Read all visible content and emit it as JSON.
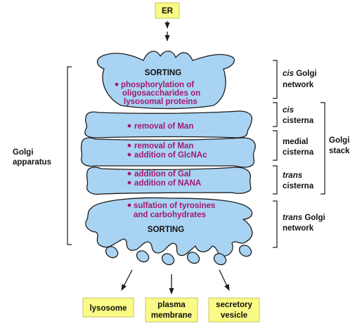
{
  "source_label": "ER",
  "destinations": [
    "lysosome",
    "plasma membrane",
    "secretory vesicle"
  ],
  "compartments": [
    {
      "name_prefix": "cis",
      "name_suffix": " Golgi",
      "name_line2": "network",
      "sorting": "SORTING",
      "processes": [
        "phosphorylation of",
        "oligosaccharides on",
        "lysosomal proteins"
      ]
    },
    {
      "name_prefix": "cis",
      "name_line2": "cisterna",
      "processes": [
        "removal of Man"
      ]
    },
    {
      "name_line1": "medial",
      "name_line2": "cisterna",
      "processes": [
        "removal of Man",
        "addition of GlcNAc"
      ]
    },
    {
      "name_prefix": "trans",
      "name_line2": "cisterna",
      "processes": [
        "addition of Gal",
        "addition of NANA"
      ]
    },
    {
      "name_prefix": "trans",
      "name_suffix": " Golgi",
      "name_line2": "network",
      "sorting": "SORTING",
      "processes": [
        "sulfation of tyrosines",
        "and carbohydrates"
      ]
    }
  ],
  "golgi_apparatus": [
    "Golgi",
    "apparatus"
  ],
  "golgi_stack": [
    "Golgi",
    "stack"
  ],
  "colors": {
    "cisterna_fill": "#a9d3f2",
    "enzyme_text": "#a2186b",
    "label_box": "#fafa86",
    "outline": "#1c1c1c"
  }
}
